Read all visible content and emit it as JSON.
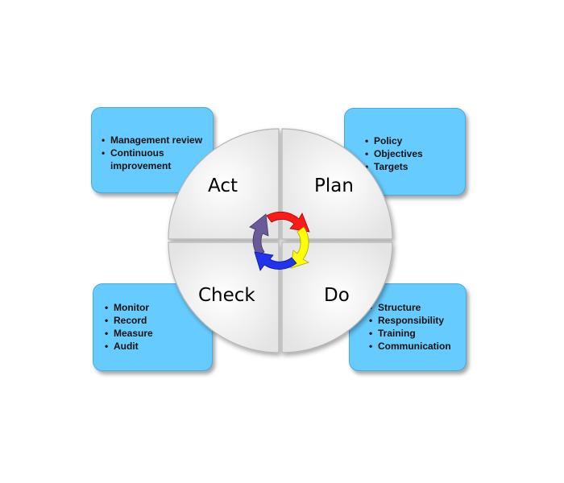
{
  "quadrants": {
    "act": "Act",
    "plan": "Plan",
    "check": "Check",
    "do": "Do"
  },
  "boxes": {
    "act": [
      "Management review",
      "Continuous",
      "improvement"
    ],
    "plan": [
      "Policy",
      "Objectives",
      "Targets"
    ],
    "check": [
      "Monitor",
      "Record",
      "Measure",
      "Audit"
    ],
    "do": [
      "Structure",
      "Responsibility",
      "Training",
      "Communication"
    ]
  },
  "colors": {
    "box_fill": "#66ccff",
    "arrow_act": "#6a5a9a",
    "arrow_plan": "#ff1a1a",
    "arrow_do": "#ffff00",
    "arrow_check": "#2233ee"
  }
}
